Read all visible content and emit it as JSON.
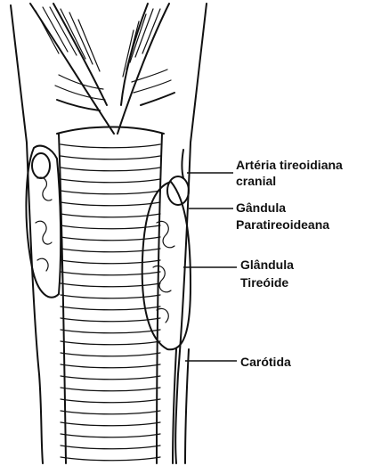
{
  "labels": {
    "cranial_artery_line1": "Artéria tireoidiana",
    "cranial_artery_line2": "cranial",
    "parathyroid_line1": "Gândula",
    "parathyroid_line2": "Paratireoideana",
    "thyroid_line1": "Glândula",
    "thyroid_line2": "Tireóide",
    "carotid": "Carótida"
  },
  "colors": {
    "ink": "#111111",
    "background": "#ffffff"
  }
}
